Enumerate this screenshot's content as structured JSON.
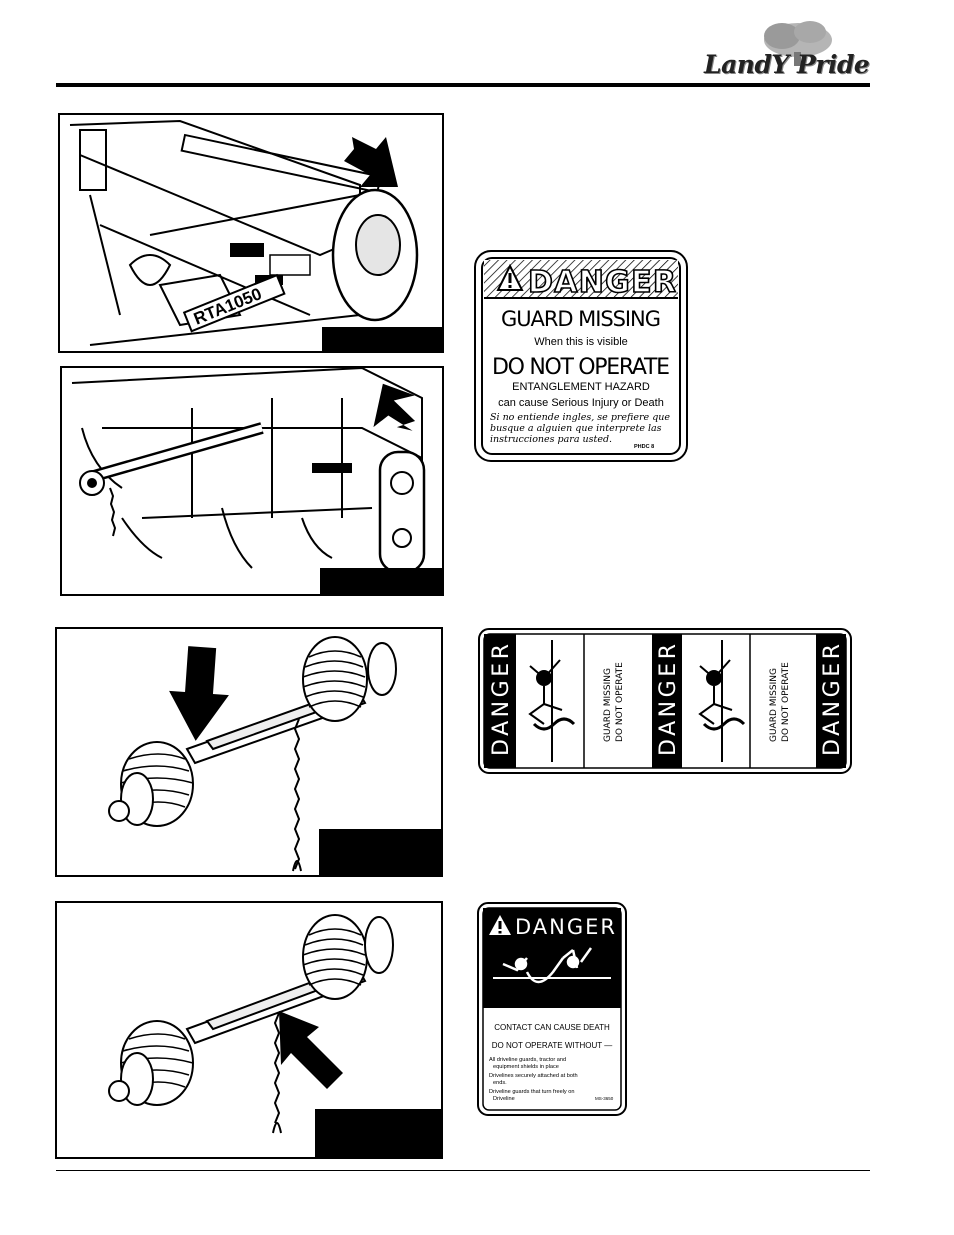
{
  "header": {
    "logo": {
      "text": "LandY Pride",
      "icon": "tree-icon"
    }
  },
  "decal_guard_missing": {
    "title": "DANGER",
    "line1": "GUARD MISSING",
    "line2": "When this is visible",
    "line3": "DO NOT OPERATE",
    "line4": "ENTANGLEMENT HAZARD",
    "line5": "can cause Serious Injury or Death",
    "spanish": [
      "Si no entiende ingles, se prefiere que",
      "busque a alguien que interprete las",
      "instrucciones para usted."
    ],
    "code": "PHDC 8"
  },
  "decal_strip": {
    "danger": "DANGER",
    "line1": "GUARD MISSING",
    "line2": "DO NOT OPERATE"
  },
  "decal_contact": {
    "title": "DANGER",
    "line1": "CONTACT CAN CAUSE DEATH",
    "line2": "DO NOT OPERATE WITHOUT —",
    "bullets": [
      "All driveline guards, tractor and",
      "equipment shields in place",
      "Drivelines securely attached at both",
      "ends.",
      "Driveline guards that turn freely on",
      "Driveline"
    ],
    "code": "MS-3650"
  },
  "figures": {
    "fig1_model": "RTA1050"
  },
  "colors": {
    "ink": "#000000",
    "paper": "#ffffff"
  }
}
